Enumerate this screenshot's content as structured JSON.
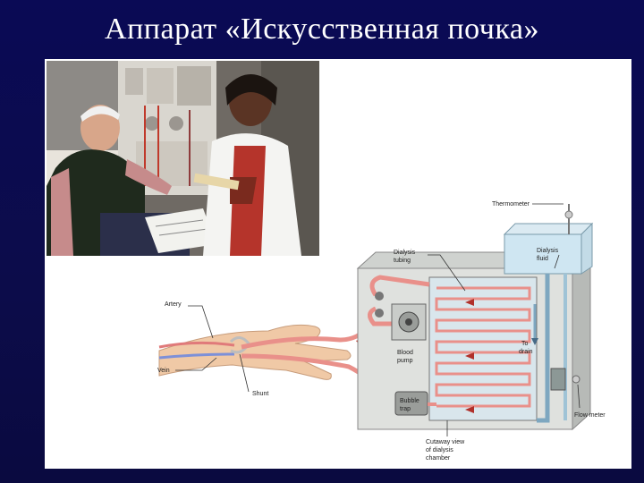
{
  "slide": {
    "title": "Аппарат «Искусственная почка»"
  },
  "diagram": {
    "labels": {
      "artery": "Artery",
      "vein": "Vein",
      "shunt": "Shunt",
      "thermometer": "Thermometer",
      "dialysis_tubing_1": "Dialysis",
      "dialysis_tubing_2": "tubing",
      "dialysis_fluid_1": "Dialysis",
      "dialysis_fluid_2": "fluid",
      "blood_pump_1": "Blood",
      "blood_pump_2": "pump",
      "bubble_trap_1": "Bubble",
      "bubble_trap_2": "trap",
      "to_drain_1": "To",
      "to_drain_2": "drain",
      "flow_meter": "Flow meter",
      "cutaway_1": "Cutaway view",
      "cutaway_2": "of dialysis",
      "cutaway_3": "chamber"
    }
  },
  "colors": {
    "background": "#0b0b4f",
    "blood": "#e9908a",
    "venous": "#8a9ad6",
    "fluid": "#cfe6f2"
  }
}
